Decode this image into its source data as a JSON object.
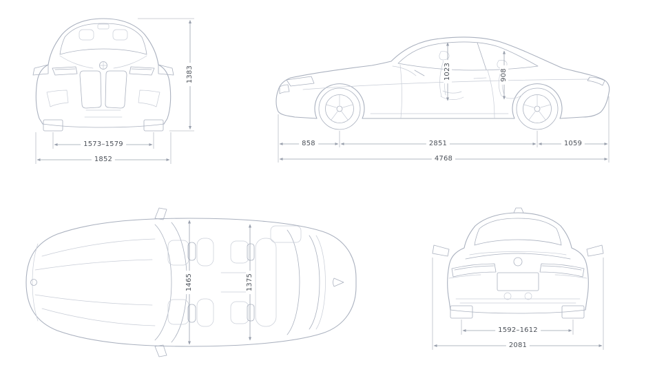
{
  "colors": {
    "car_line": "#a9b0be",
    "car_line_light": "#c7ccd6",
    "dim_line": "#99a0ad",
    "text": "#4b5058",
    "background": "#ffffff"
  },
  "views": {
    "front": {
      "track_width": "1573–1579",
      "overall_width": "1852",
      "height": "1383"
    },
    "side": {
      "front_headroom": "1023",
      "rear_headroom": "908",
      "front_overhang": "858",
      "wheelbase": "2851",
      "rear_overhang": "1059",
      "overall_length": "4768"
    },
    "top": {
      "front_interior_width": "1465",
      "rear_interior_width": "1375"
    },
    "rear": {
      "track_width": "1592–1612",
      "width_incl_mirrors": "2081"
    }
  }
}
